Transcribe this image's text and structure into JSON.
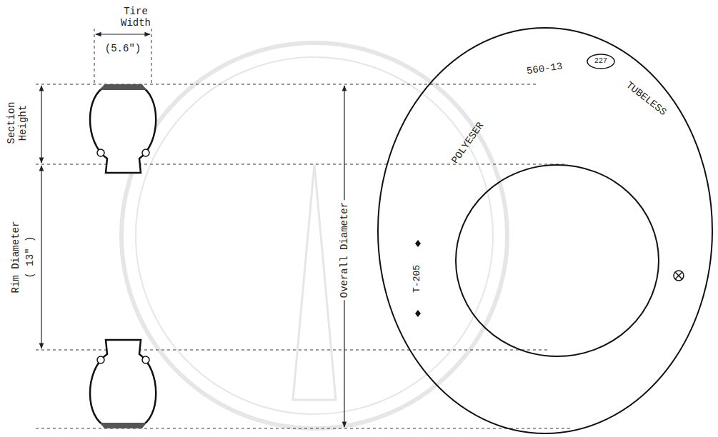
{
  "diagram": {
    "labels": [
      "Tire Width",
      "(5.6\")",
      "Section Height",
      "Rim Diameter",
      "( 13\" )",
      "Overall Diameter",
      "POLYESER",
      "560-13",
      "227",
      "TUBELESS",
      "T-205"
    ]
  }
}
